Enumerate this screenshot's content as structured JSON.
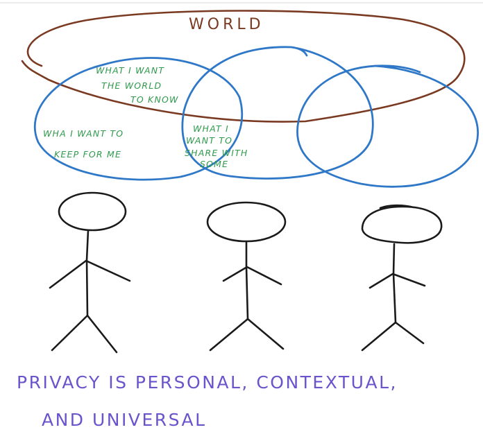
{
  "world_label": "WORLD",
  "circle_labels": {
    "world_know": [
      "WHAT I WANT",
      "THE WORLD",
      "TO KNOW"
    ],
    "keep_for_me": [
      "WHA I WANT TO",
      "KEEP FOR ME"
    ],
    "share_with_some": [
      "WHAT I",
      "WANT TO",
      "SHARE WITH",
      "SOME"
    ]
  },
  "caption": [
    "PRIVACY IS PERSONAL, CONTEXTUAL,",
    "AND UNIVERSAL"
  ],
  "colors": {
    "world": "#7a3a22",
    "circles": "#2f78c8",
    "circle_text": "#2f9a4c",
    "caption": "#6b53cc",
    "figures": "#1a1a1a"
  }
}
